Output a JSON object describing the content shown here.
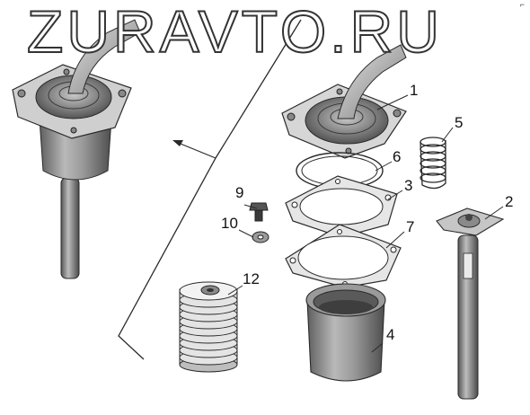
{
  "watermark": "ZURAVTO.RU",
  "corner_mark": "⌐",
  "callouts": {
    "c1": "1",
    "c2": "2",
    "c3": "3",
    "c4": "4",
    "c5": "5",
    "c6": "6",
    "c7": "7",
    "c9": "9",
    "c10": "10",
    "c12": "12"
  },
  "colors": {
    "line": "#2a2a2a",
    "metal_light": "#d9d9d9",
    "metal_mid": "#a8a8a8",
    "metal_dark": "#6e6e6e",
    "boot": "#8a8a8a"
  }
}
